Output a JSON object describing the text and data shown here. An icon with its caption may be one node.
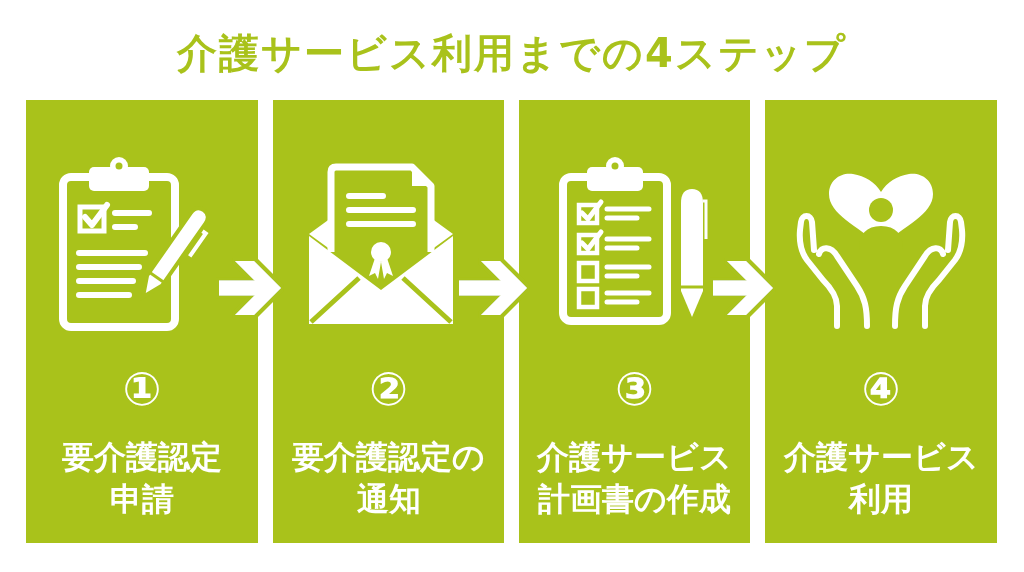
{
  "diagram": {
    "title": "介護サービス利用までの4ステップ",
    "nodes": [
      {
        "text": [
          "①",
          "要介護認定申請"
        ]
      },
      {
        "text": [
          "②",
          "要介護認定の通知"
        ]
      },
      {
        "text": [
          "③",
          "介護サービス計画書の作成"
        ]
      },
      {
        "text": [
          "④",
          "介護サービス利用"
        ]
      }
    ],
    "edges": [
      {
        "from": 0,
        "to": 1,
        "arrow": "to"
      },
      {
        "from": 1,
        "to": 2,
        "arrow": "to"
      },
      {
        "from": 2,
        "to": 3,
        "arrow": "to"
      }
    ]
  }
}
